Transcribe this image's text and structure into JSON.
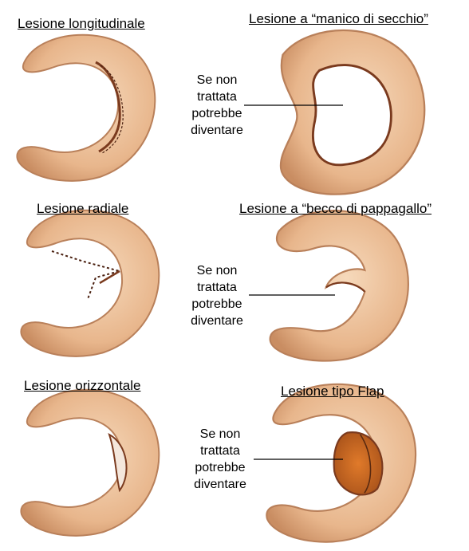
{
  "rows": [
    {
      "left_title": "Lesione longitudinale",
      "right_title": "Lesione a “manico di secchio”",
      "note": [
        "Se non",
        "trattata",
        "potrebbe",
        "diventare"
      ]
    },
    {
      "left_title": "Lesione radiale",
      "right_title": "Lesione a “becco di pappagallo”",
      "note": [
        "Se non",
        "trattata",
        "potrebbe",
        "diventare"
      ]
    },
    {
      "left_title": "Lesione orizzontale",
      "right_title": "Lesione tipo Flap",
      "note": [
        "Se non",
        "trattata",
        "potrebbe",
        "diventare"
      ]
    }
  ],
  "colors": {
    "meniscus_fill": "#e8b68c",
    "meniscus_edge": "#b9805a",
    "tear": "#7a3a1e",
    "flap": "#c8661f"
  }
}
